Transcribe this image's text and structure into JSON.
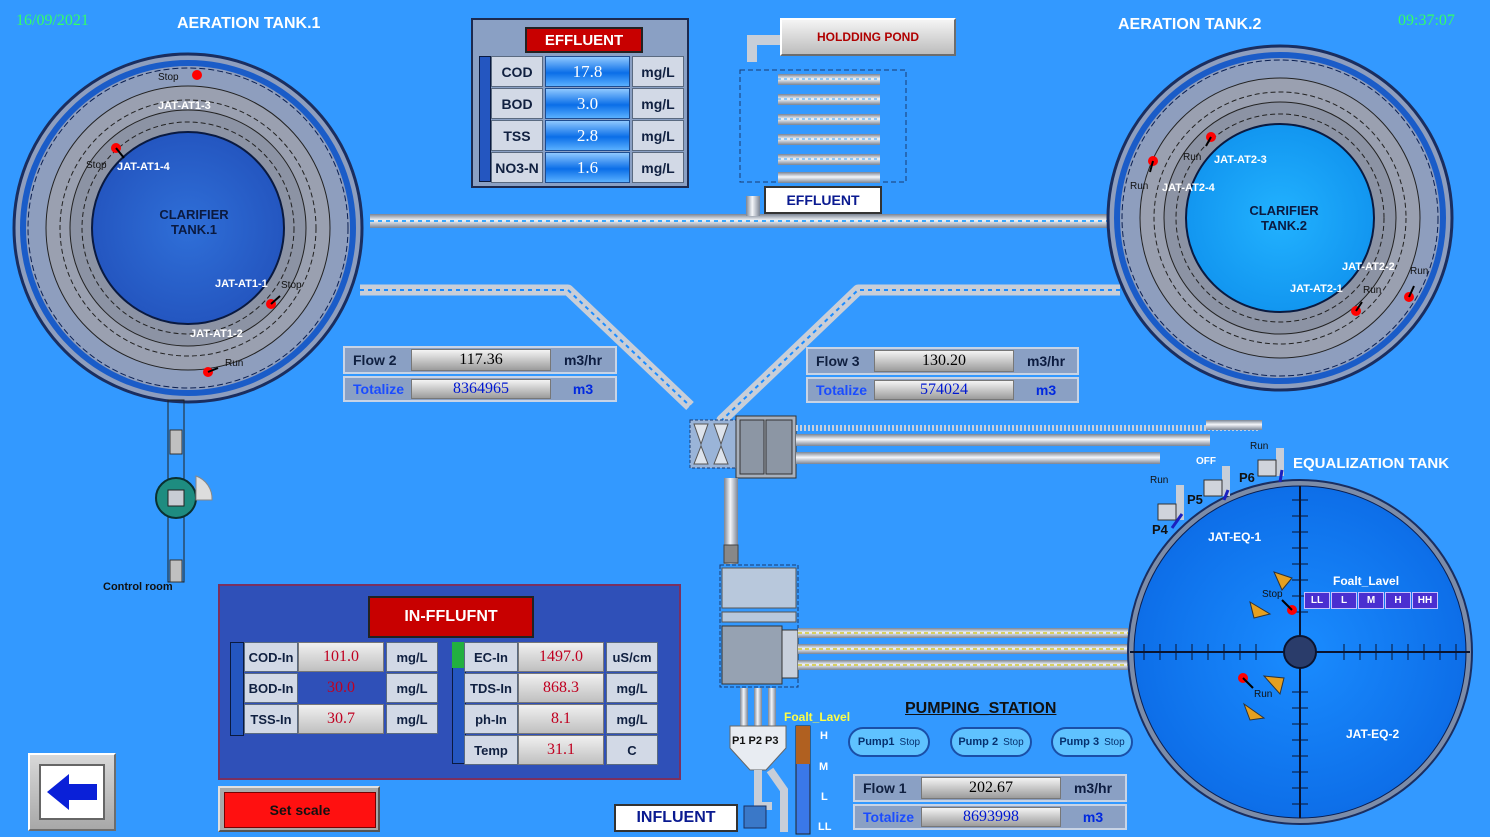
{
  "header": {
    "date": "16/09/2021",
    "time": "09:37:07",
    "aeration1": "AERATION TANK.1",
    "aeration2": "AERATION TANK.2"
  },
  "tank1": {
    "clarifier": [
      "CLARIFIER",
      "TANK.1"
    ],
    "pumps": [
      {
        "tag": "JAT-AT1-3",
        "status": "Stop",
        "color": "#ff0000"
      },
      {
        "tag": "JAT-AT1-4",
        "status": "Stop",
        "color": "#ff0000"
      },
      {
        "tag": "JAT-AT1-1",
        "status": "Stop",
        "color": "#ff0000"
      },
      {
        "tag": "JAT-AT1-2",
        "status": "Run",
        "color": "#ff0000"
      }
    ],
    "control_room": "Control room"
  },
  "tank2": {
    "clarifier": [
      "CLARIFIER",
      "TANK.2"
    ],
    "pumps": [
      {
        "tag": "JAT-AT2-3",
        "status": "Run"
      },
      {
        "tag": "JAT-AT2-4",
        "status": "Run"
      },
      {
        "tag": "JAT-AT2-2",
        "status": "Run"
      },
      {
        "tag": "JAT-AT2-1",
        "status": "Run"
      }
    ]
  },
  "effluent_panel": {
    "title": "EFFLUENT",
    "rows": [
      {
        "label": "COD",
        "value": "17.8",
        "unit": "mg/L"
      },
      {
        "label": "BOD",
        "value": "3.0",
        "unit": "mg/L"
      },
      {
        "label": "TSS",
        "value": "2.8",
        "unit": "mg/L"
      },
      {
        "label": "NO3-N",
        "value": "1.6",
        "unit": "mg/L"
      }
    ]
  },
  "holding_pond": "HOLDDING POND",
  "effluent_tag": "EFFLUENT",
  "flow2": {
    "label": "Flow 2",
    "value": "117.36",
    "unit": "m3/hr",
    "tot_label": "Totalize",
    "tot_value": "8364965",
    "tot_unit": "m3"
  },
  "flow3": {
    "label": "Flow 3",
    "value": "130.20",
    "unit": "m3/hr",
    "tot_label": "Totalize",
    "tot_value": "574024",
    "tot_unit": "m3"
  },
  "flow1": {
    "label": "Flow 1",
    "value": "202.67",
    "unit": "m3/hr",
    "tot_label": "Totalize",
    "tot_value": "8693998",
    "tot_unit": "m3"
  },
  "influent_panel": {
    "title": "IN-FFLUFNT",
    "left_rows": [
      {
        "label": "COD-In",
        "value": "101.0",
        "unit": "mg/L"
      },
      {
        "label": "BOD-In",
        "value": "30.0",
        "unit": "mg/L"
      },
      {
        "label": "TSS-In",
        "value": "30.7",
        "unit": "mg/L"
      }
    ],
    "right_rows": [
      {
        "label": "EC-In",
        "value": "1497.0",
        "unit": "uS/cm"
      },
      {
        "label": "TDS-In",
        "value": "868.3",
        "unit": "mg/L"
      },
      {
        "label": "ph-In",
        "value": "8.1",
        "unit": "mg/L"
      },
      {
        "label": "Temp",
        "value": "31.1",
        "unit": "C"
      }
    ]
  },
  "set_scale": "Set scale",
  "influent_tag": "INFLUENT",
  "pumping_station": {
    "title": "PUMPING_STATION",
    "pump_labels": "P1 P2 P3",
    "float_label": "Foalt_Lavel",
    "levels": [
      "H",
      "M",
      "L",
      "LL"
    ],
    "buttons": [
      {
        "name": "Pump1",
        "status": "Stop"
      },
      {
        "name": "Pump 2",
        "status": "Stop"
      },
      {
        "name": "Pump 3",
        "status": "Stop"
      }
    ]
  },
  "equalization": {
    "title": "EQUALIZATION TANK",
    "pumps": [
      {
        "tag": "P4",
        "status": "Run"
      },
      {
        "tag": "P5",
        "status": "OFF"
      },
      {
        "tag": "P6",
        "status": "Run"
      }
    ],
    "eq1": "JAT-EQ-1",
    "eq2": "JAT-EQ-2",
    "mixer1_status": "Stop",
    "mixer2_status": "Run",
    "float_label": "Foalt_Lavel",
    "levels": [
      "LL",
      "L",
      "M",
      "H",
      "HH"
    ]
  },
  "colors": {
    "background": "#3399FF",
    "alarm_red": "#C80000",
    "value_blue": "#0A6EE8",
    "level_purple": "#4A2FD0"
  }
}
